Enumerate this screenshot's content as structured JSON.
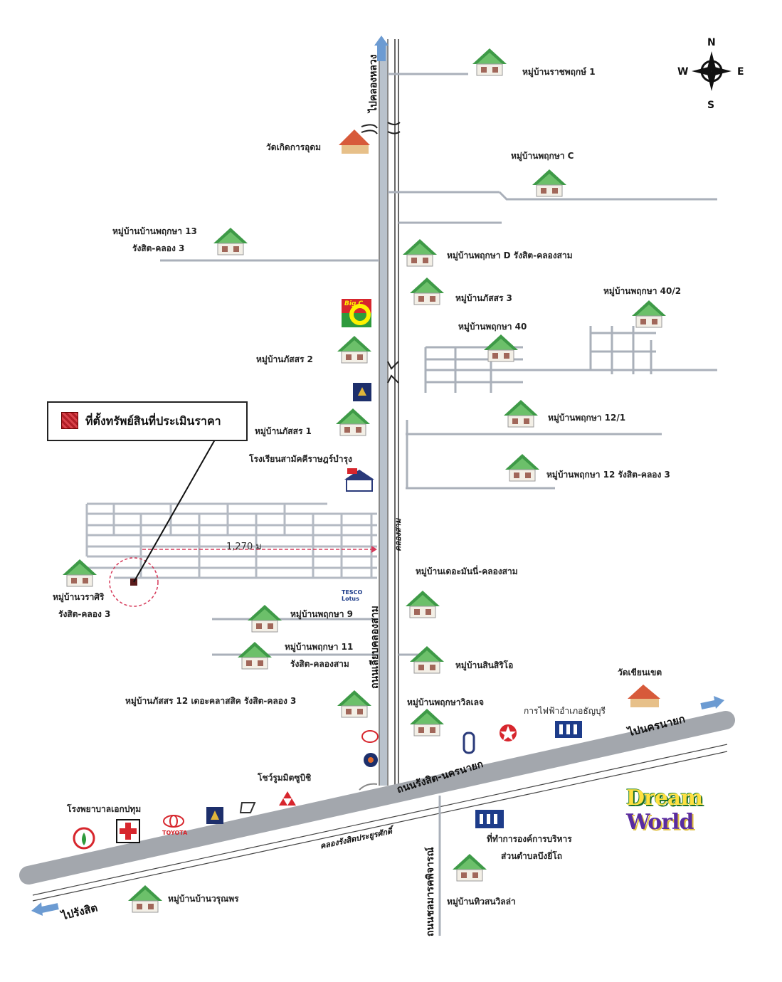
{
  "map": {
    "legend_label": "ที่ตั้งทรัพย์สินที่ประเมินราคา",
    "distance_label": "1,270 ม",
    "compass": {
      "n": "N",
      "s": "S",
      "e": "E",
      "w": "W"
    },
    "roads": {
      "north": "ไปคลองหลวง",
      "main": "ถนนเลียบคลองสาม",
      "canal": "คลองสาม",
      "highway": "ถนนรังสิต-นครนายก",
      "to_nakhon": "ไปนครนายก",
      "to_rangsit": "ไปรังสิต",
      "canal_rangsit": "คลองรังสิตประยูรศักดิ์",
      "south_road": "ถนนชลมารคพิจารณ์"
    },
    "places": {
      "v_ratchapruek1": "หมู่บ้านราชพฤกษ์ 1",
      "wat_kerd": "วัดเกิดการอุดม",
      "v_pruksa_c": "หมู่บ้านพฤกษา C",
      "v_ban_pruksa13_l1": "หมู่บ้านบ้านพฤกษา 13",
      "v_ban_pruksa13_l2": "รังสิต-คลอง 3",
      "v_pruksa_d": "หมู่บ้านพฤกษา D รังสิต-คลองสาม",
      "v_passorn3": "หมู่บ้านภัสสร 3",
      "v_pruksa402": "หมู่บ้านพฤกษา 40/2",
      "v_pruksa40": "หมู่บ้านพฤกษา 40",
      "v_passorn2": "หมู่บ้านภัสสร 2",
      "v_passorn1": "หมู่บ้านภัสสร 1",
      "v_pruksa121": "หมู่บ้านพฤกษา 12/1",
      "school": "โรงเรียนสามัคคีราษฎร์บำรุง",
      "v_pruksa12": "หมู่บ้านพฤกษา 12 รังสิต-คลอง 3",
      "v_the_money": "หมู่บ้านเดอะมันนี่-คลองสาม",
      "v_warasiri_l1": "หมู่บ้านวราศิริ",
      "v_warasiri_l2": "รังสิต-คลอง 3",
      "tesco": "TESCO Lotus",
      "v_pruksa9": "หมู่บ้านพฤกษา 9",
      "v_pruksa11_l1": "หมู่บ้านพฤกษา 11",
      "v_pruksa11_l2": "รังสิต-คลองสาม",
      "v_sinsiri": "หมู่บ้านสินสิริโอ",
      "wat_sian": "วัดเขียนเขต",
      "v_passorn12": "หมู่บ้านภัสสร 12 เดอะคลาสสิค รังสิต-คลอง 3",
      "v_pruksa_villette": "หมู่บ้านพฤกษาวิลเลจ",
      "district_office": "การไฟฟ้าอำเภอธัญบุรี",
      "showroom": "โชว์รูมมิตซูบิชิ",
      "hospital": "โรงพยาบาลเอกปทุม",
      "toyota": "TOYOTA",
      "sao_office_l1": "ที่ทำการองค์การบริหาร",
      "sao_office_l2": "ส่วนตำบลบึงยี่โถ",
      "v_tivson": "หมู่บ้านทิวสนวิลล่า",
      "v_warunporn": "หมู่บ้านบ้านวรุณพร",
      "dream_world_1": "Dream",
      "dream_world_2": "World",
      "big_c": "Big C"
    }
  }
}
